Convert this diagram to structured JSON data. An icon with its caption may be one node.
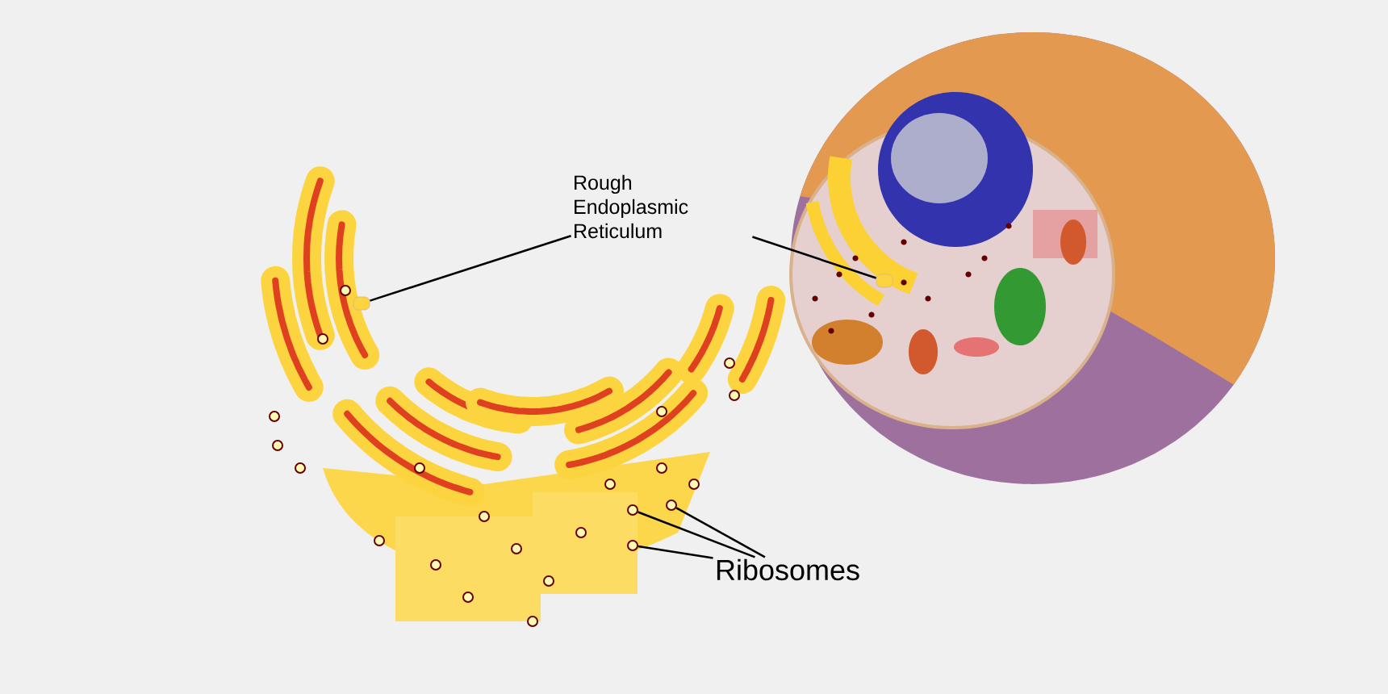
{
  "diagram": {
    "nodes": [
      {
        "text": [
          "Rough Endoplasmic Reticulum"
        ]
      },
      {
        "text": [],
        "shape": "box"
      },
      {
        "text": [],
        "shape": "box"
      },
      {
        "text": [
          "Ribosomes"
        ]
      },
      {
        "text": [],
        "shape": "circle"
      },
      {
        "text": [],
        "shape": "circle"
      },
      {
        "text": [],
        "shape": "circle"
      }
    ],
    "edges": [
      {
        "from": 0,
        "to": 1,
        "arrow": "none"
      },
      {
        "from": 0,
        "to": 2,
        "arrow": "none"
      },
      {
        "from": 3,
        "to": 4,
        "arrow": "none"
      },
      {
        "from": 3,
        "to": 5,
        "arrow": "none"
      },
      {
        "from": 3,
        "to": 6,
        "arrow": "none"
      }
    ]
  }
}
